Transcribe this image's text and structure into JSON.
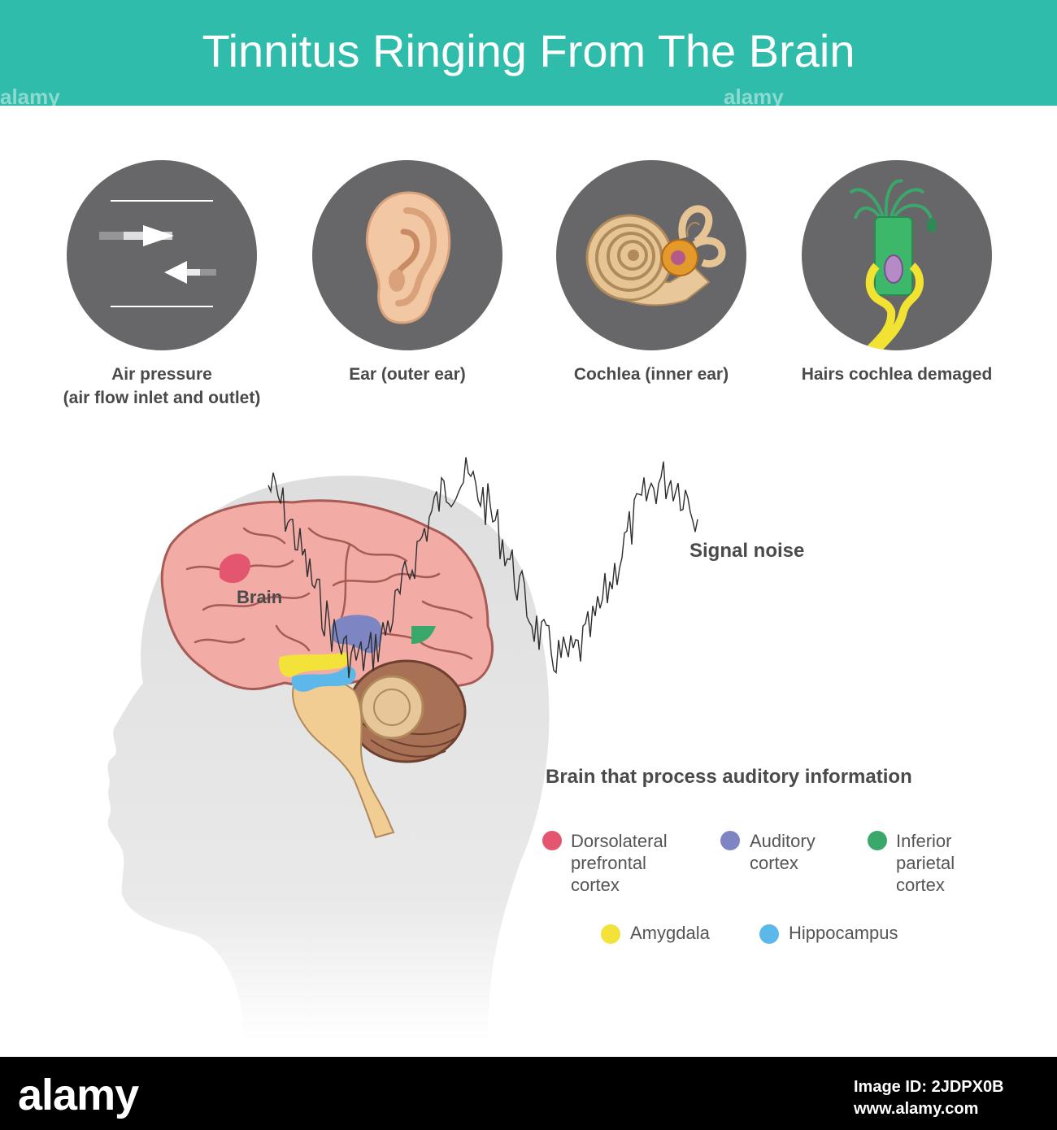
{
  "title": "Tinnitus Ringing From The Brain",
  "watermark": "alamy",
  "panels": [
    {
      "label": "Air pressure\n(air flow inlet and outlet)",
      "icon": "air-flow-arrows-icon"
    },
    {
      "label": "Ear (outer ear)",
      "icon": "outer-ear-icon"
    },
    {
      "label": "Cochlea (inner ear)",
      "icon": "cochlea-icon"
    },
    {
      "label": "Hairs cochlea demaged",
      "icon": "hair-cell-icon"
    }
  ],
  "brain_label": "Brain",
  "signal_label": "Signal noise",
  "legend": {
    "title": "Brain that process auditory information",
    "items": [
      {
        "label": "Dorsolateral\nprefrontal\ncortex",
        "color": "#e4566f"
      },
      {
        "label": "Auditory\ncortex",
        "color": "#7d85c2"
      },
      {
        "label": "Inferior\nparietal\ncortex",
        "color": "#3aa86a"
      },
      {
        "label": "Amygdala",
        "color": "#f3e23a"
      },
      {
        "label": "Hippocampus",
        "color": "#5cb8e8"
      }
    ]
  },
  "colors": {
    "header": "#2fbcaa",
    "circle": "#67676a",
    "brain": "#f2aca5",
    "brain_outline": "#a85a55"
  },
  "footer": {
    "logo": "alamy",
    "image_id": "Image ID: 2JDPX0B",
    "url": "www.alamy.com"
  }
}
